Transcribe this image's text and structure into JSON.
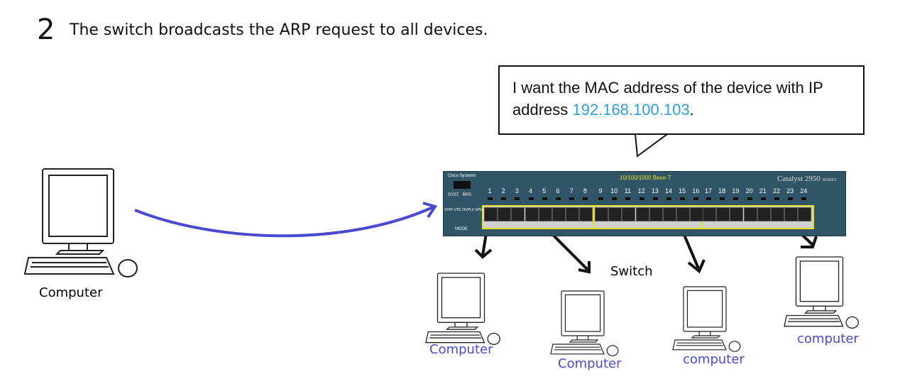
{
  "step_number": "2",
  "title": "The switch broadcasts the ARP request to all devices.",
  "bubble": {
    "text_before": "I want the MAC address of the device with IP address ",
    "ip": "192.168.100.103",
    "text_after": "."
  },
  "switch": {
    "label": "Switch",
    "brand": "Cisco Systems",
    "model": "Catalyst 2950",
    "series": "SERIES",
    "port_type": "10/100/1000 Base-T",
    "leds1": "SYST   RPS",
    "leds2": "STAT UTIL DUPLX SPEED",
    "mode": "MODE",
    "ports": [
      "1",
      "2",
      "3",
      "4",
      "5",
      "6",
      "7",
      "8",
      "9",
      "10",
      "11",
      "12",
      "13",
      "14",
      "15",
      "16",
      "17",
      "18",
      "19",
      "20",
      "21",
      "22",
      "23",
      "24"
    ]
  },
  "sender": {
    "label": "Computer"
  },
  "receivers": [
    {
      "label": "Computer"
    },
    {
      "label": "Computer"
    },
    {
      "label": "computer"
    },
    {
      "label": "computer"
    }
  ],
  "colors": {
    "arrow": "#4a4ad0",
    "ip": "#2aa0e0",
    "switch": "#2f5567",
    "highlight": "#e8e020"
  }
}
